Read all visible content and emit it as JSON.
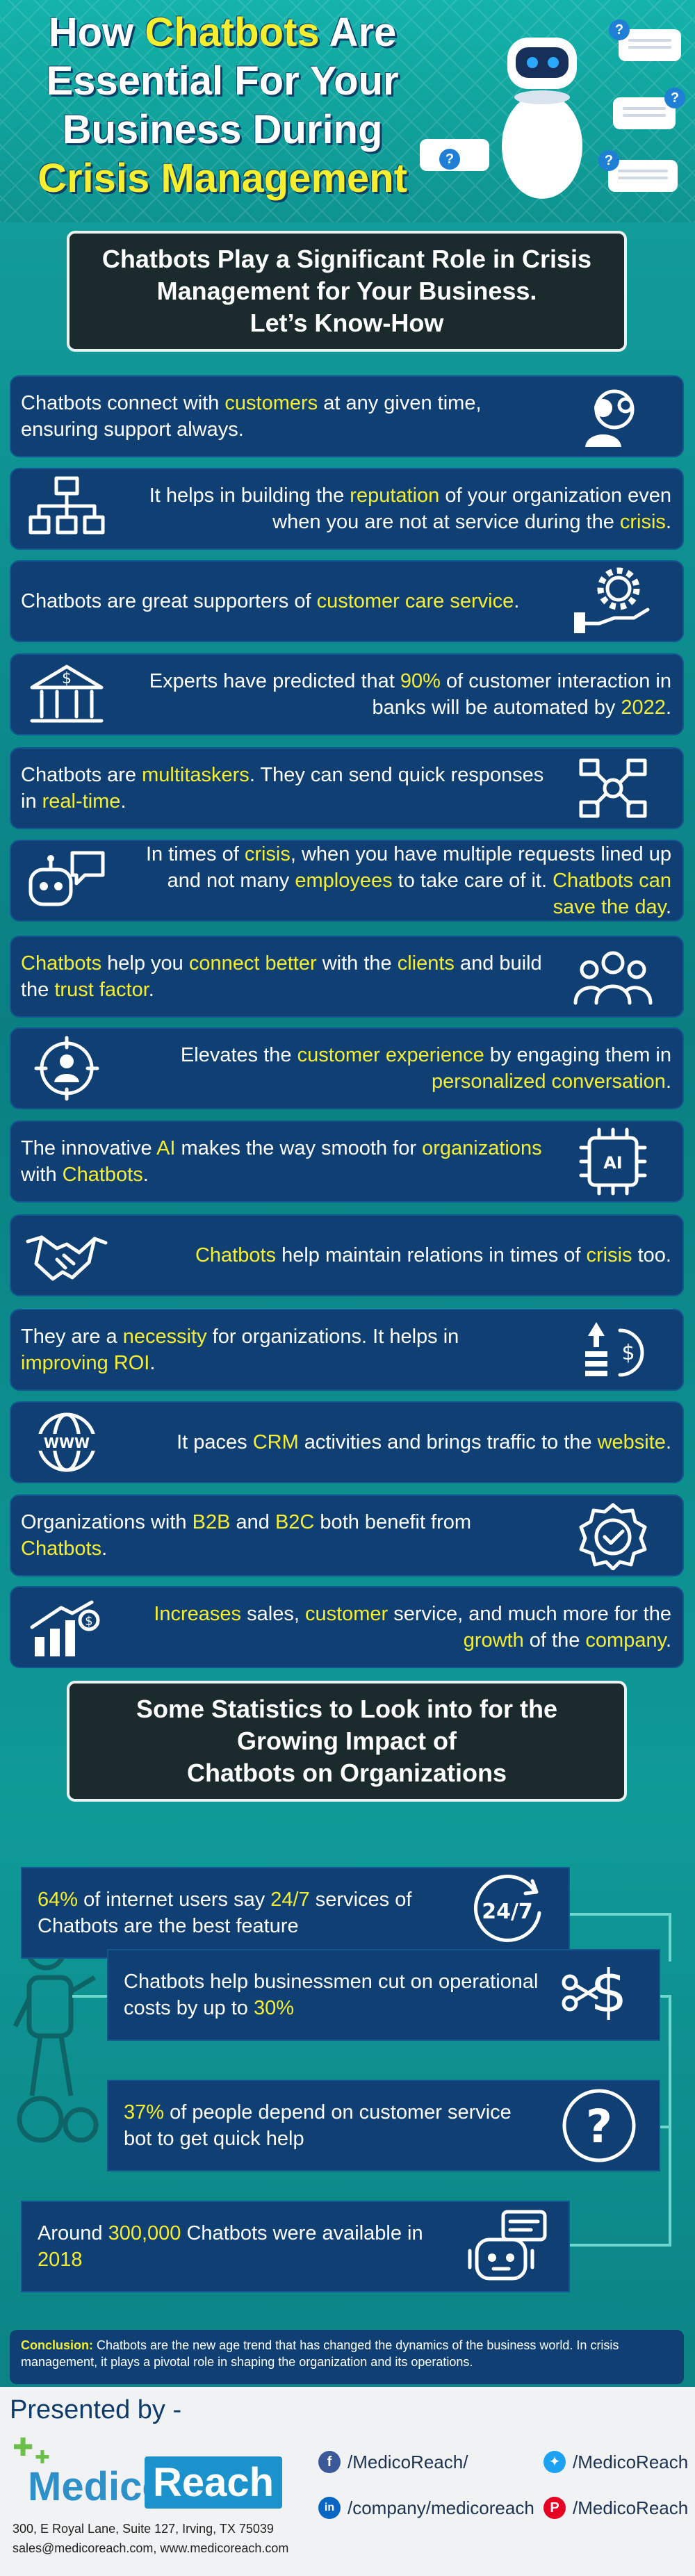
{
  "header": {
    "title_l1a": "How ",
    "title_l1b": "Chatbots",
    "title_l1c": " Are",
    "title_l2": "Essential For Your",
    "title_l3": "Business During",
    "title_l4": "Crisis Management",
    "bubble_q": "?"
  },
  "banner1": {
    "l1": "Chatbots Play a Significant Role in Crisis",
    "l2": "Management for Your Business.",
    "l3": "Let’s Know-How"
  },
  "cards": [
    {
      "icon": "support-agent-gear-icon",
      "segs": [
        "Chatbots connect with ",
        "customers",
        " at any given time, ensuring support always."
      ]
    },
    {
      "icon": "org-chart-icon",
      "segs": [
        "It helps in building the ",
        "reputation",
        " of your organization even when you are not at service during the ",
        "crisis",
        "."
      ]
    },
    {
      "icon": "hand-gear-icon",
      "segs": [
        "Chatbots are great supporters of ",
        "customer care service",
        "."
      ]
    },
    {
      "icon": "bank-dollar-icon",
      "segs": [
        "Experts have predicted that ",
        "90%",
        " of customer interaction in banks will be automated by ",
        "2022",
        "."
      ]
    },
    {
      "icon": "network-people-icon",
      "segs": [
        "Chatbots are ",
        "multitaskers",
        ". They can send quick responses in ",
        "real-time",
        "."
      ]
    },
    {
      "icon": "robot-chat-icon",
      "segs": [
        "In times of ",
        "crisis",
        ", when you have multiple requests lined up and not many ",
        "employees",
        " to take care of it. ",
        "Chatbots can save the day",
        "."
      ]
    },
    {
      "icon": "group-people-icon",
      "segs": [
        "Chatbots",
        " help you ",
        "connect better",
        " with the ",
        "clients",
        " and build the ",
        "trust factor",
        "."
      ]
    },
    {
      "icon": "target-person-icon",
      "segs": [
        "Elevates the ",
        "customer experience",
        " by engaging them in ",
        "personalized conversation",
        "."
      ]
    },
    {
      "icon": "ai-chip-icon",
      "segs": [
        "The innovative ",
        "AI",
        " makes the way smooth for ",
        "organizations",
        " with ",
        "Chatbots",
        "."
      ]
    },
    {
      "icon": "handshake-icon",
      "segs": [
        "Chatbots",
        " help maintain relations in times of ",
        "crisis",
        " too."
      ]
    },
    {
      "icon": "roi-coins-icon",
      "segs": [
        "They are a ",
        "necessity",
        " for organizations. It helps in ",
        "improving ROI",
        "."
      ]
    },
    {
      "icon": "globe-www-icon",
      "segs": [
        "It paces ",
        "CRM",
        " activities and brings traffic to the ",
        "website",
        "."
      ]
    },
    {
      "icon": "badge-check-icon",
      "segs": [
        "Organizations with ",
        "B2B",
        " and ",
        "B2C",
        " both benefit from ",
        "Chatbots",
        "."
      ]
    },
    {
      "icon": "growth-chart-icon",
      "segs": [
        "Increases",
        " sales, ",
        "customer",
        " service, and much more for the ",
        "growth",
        " of the ",
        "company",
        "."
      ]
    }
  ],
  "banner2": {
    "l1": "Some Statistics to Look into for the",
    "l2": "Growing Impact of",
    "l3": "Chatbots on Organizations"
  },
  "stats": [
    {
      "icon": "clock-24-7-icon",
      "segs": [
        "64%",
        " of internet users say ",
        "24/7",
        " services of Chatbots are the best feature"
      ]
    },
    {
      "icon": "dollar-scissors-icon",
      "segs": [
        "Chatbots help businessmen cut on operational costs by up to ",
        "30%"
      ]
    },
    {
      "icon": "question-circle-icon",
      "segs": [
        "37%",
        " of people depend on customer service bot to get quick help"
      ]
    },
    {
      "icon": "bot-chat-icon",
      "segs": [
        "Around ",
        "300,000",
        " Chatbots were available in ",
        "2018"
      ]
    }
  ],
  "conclusion": {
    "label": "Conclusion:",
    "text": " Chatbots are the new age trend that has changed the dynamics of the business world. In crisis management, it plays a pivotal role in shaping the organization and its operations."
  },
  "footer": {
    "presented": "Presented by -",
    "logo_a": "Medico",
    "logo_b": "Reach",
    "address1": "300, E Royal Lane, Suite 127, Irving, TX 75039",
    "address2": "sales@medicoreach.com, www.medicoreach.com",
    "fb": "/MedicoReach/",
    "tw": "/MedicoReach",
    "li": "/company/medicoreach",
    "pin": "/MedicoReach"
  },
  "colors": {
    "accent": "#f6ef30",
    "card": "#0f3f73",
    "bg": "#0f9a97"
  }
}
